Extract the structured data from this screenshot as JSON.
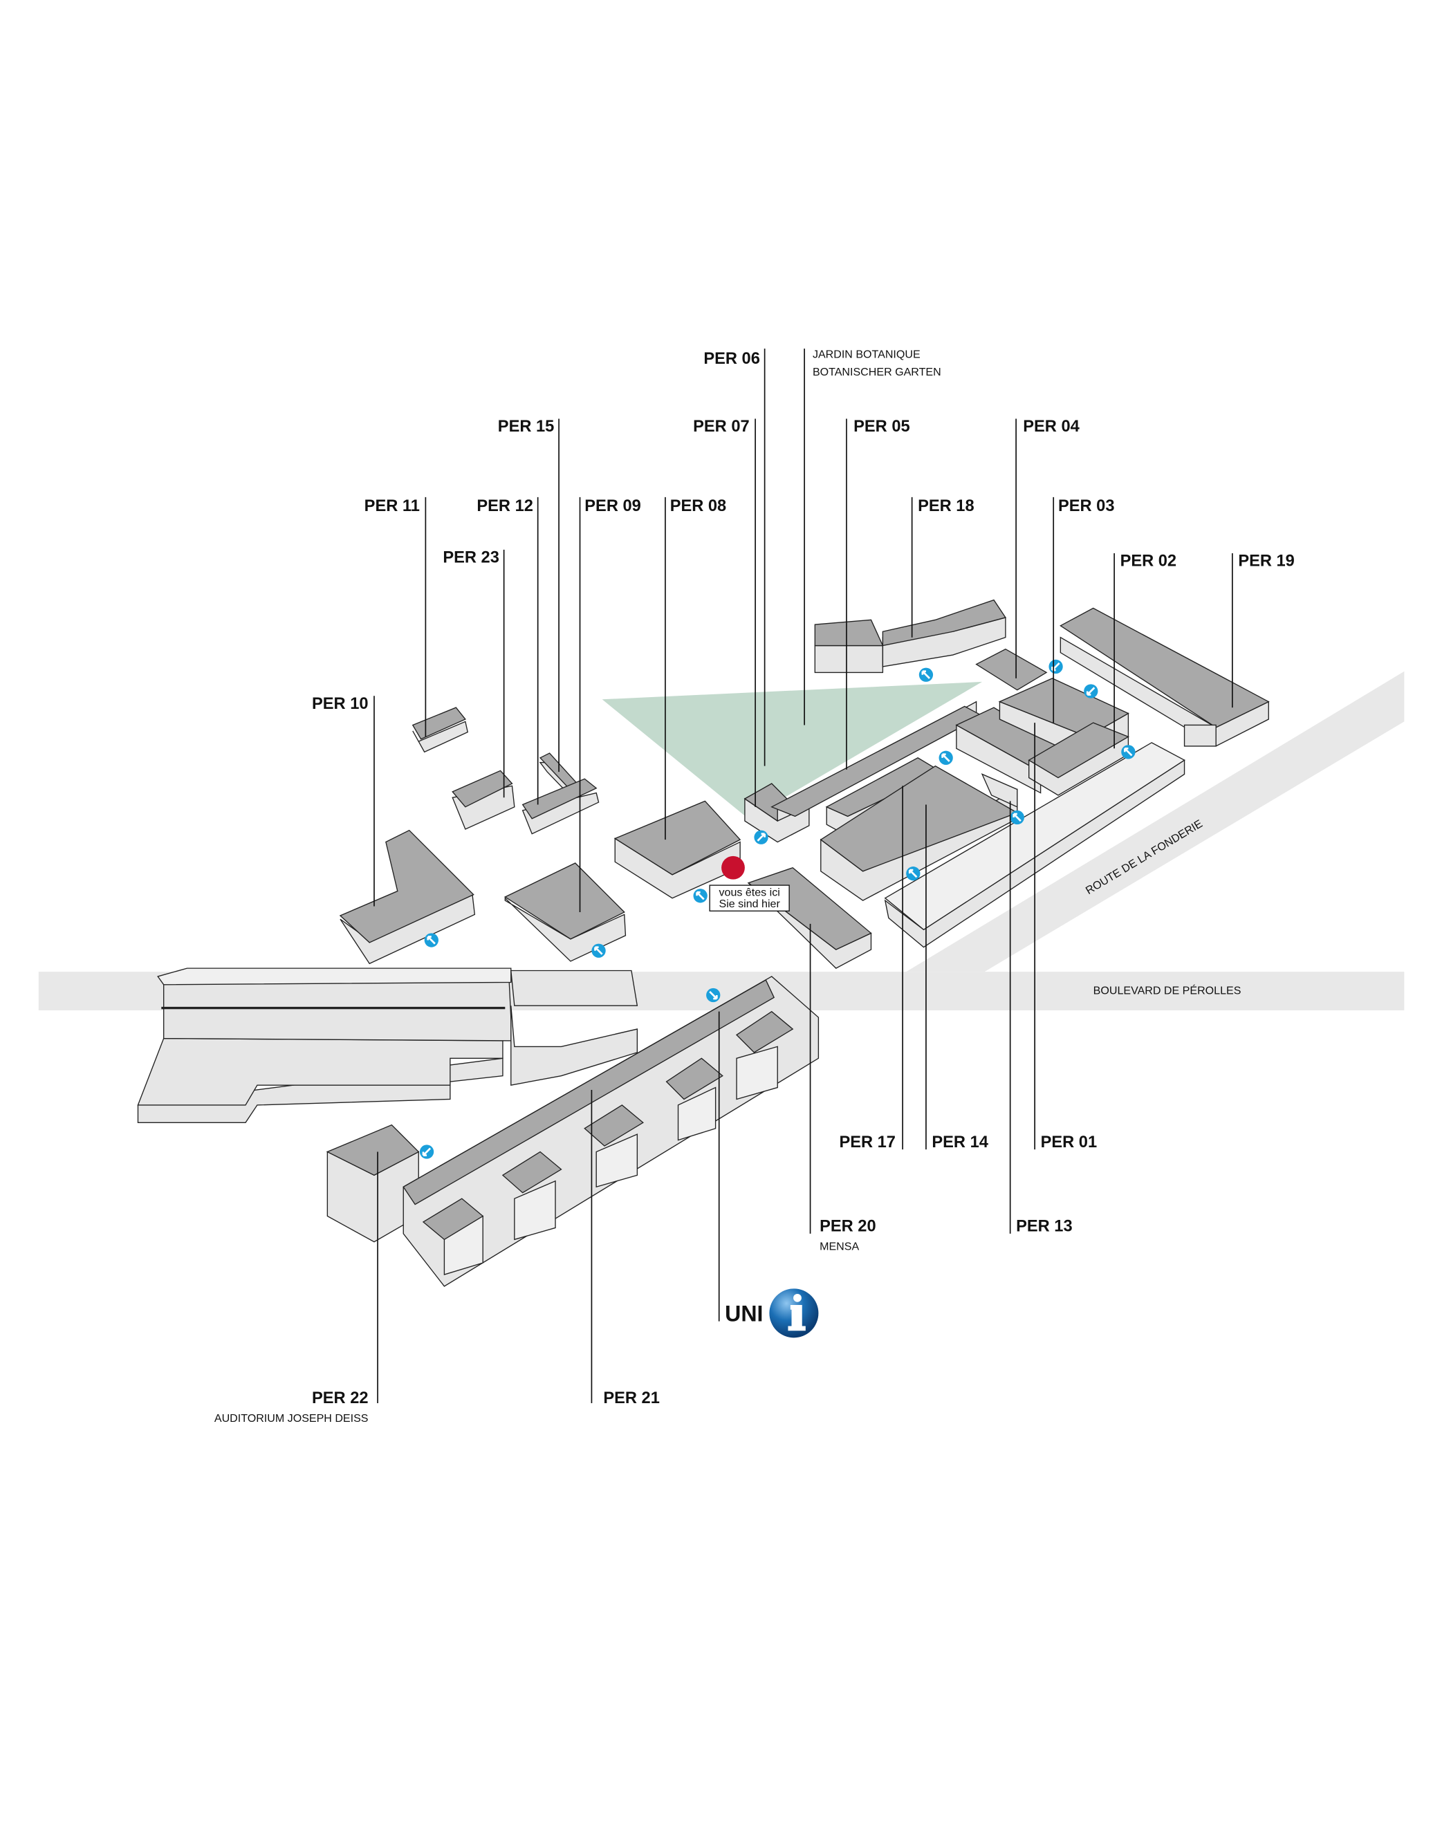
{
  "map": {
    "title": "Site Pérolles",
    "colors": {
      "roof": "#a9a9a9",
      "wall": "#e6e6e6",
      "road": "#e8e8e8",
      "garden": "#c3dacd",
      "you_are_here": "#c8102e",
      "entrance_icon": "#1a9fdb",
      "info_icon": "#1b6fb5"
    },
    "roads": [
      {
        "name": "BOULEVARD DE PÉROLLES"
      },
      {
        "name": "ROUTE DE LA FONDERIE"
      }
    ],
    "you_are_here": {
      "line1": "vous êtes ici",
      "line2": "Sie sind hier"
    },
    "info_point": {
      "label": "UNI",
      "icon": "info-icon"
    },
    "buildings": [
      {
        "id": "PER 01",
        "sub": ""
      },
      {
        "id": "PER 02",
        "sub": ""
      },
      {
        "id": "PER 03",
        "sub": ""
      },
      {
        "id": "PER 04",
        "sub": ""
      },
      {
        "id": "PER 05",
        "sub": ""
      },
      {
        "id": "PER 06",
        "sub1": "JARDIN BOTANIQUE",
        "sub2": "BOTANISCHER GARTEN"
      },
      {
        "id": "PER 07",
        "sub": ""
      },
      {
        "id": "PER 08",
        "sub": ""
      },
      {
        "id": "PER 09",
        "sub": ""
      },
      {
        "id": "PER 10",
        "sub": ""
      },
      {
        "id": "PER 11",
        "sub": ""
      },
      {
        "id": "PER 12",
        "sub": ""
      },
      {
        "id": "PER 13",
        "sub": ""
      },
      {
        "id": "PER 14",
        "sub": ""
      },
      {
        "id": "PER 15",
        "sub": ""
      },
      {
        "id": "PER 17",
        "sub": ""
      },
      {
        "id": "PER 18",
        "sub": ""
      },
      {
        "id": "PER 19",
        "sub": ""
      },
      {
        "id": "PER 20",
        "sub": "MENSA"
      },
      {
        "id": "PER 21",
        "sub": ""
      },
      {
        "id": "PER 22",
        "sub": "AUDITORIUM JOSEPH DEISS"
      },
      {
        "id": "PER 23",
        "sub": ""
      }
    ],
    "entrances_icon": "entrance-arrow-icon"
  }
}
